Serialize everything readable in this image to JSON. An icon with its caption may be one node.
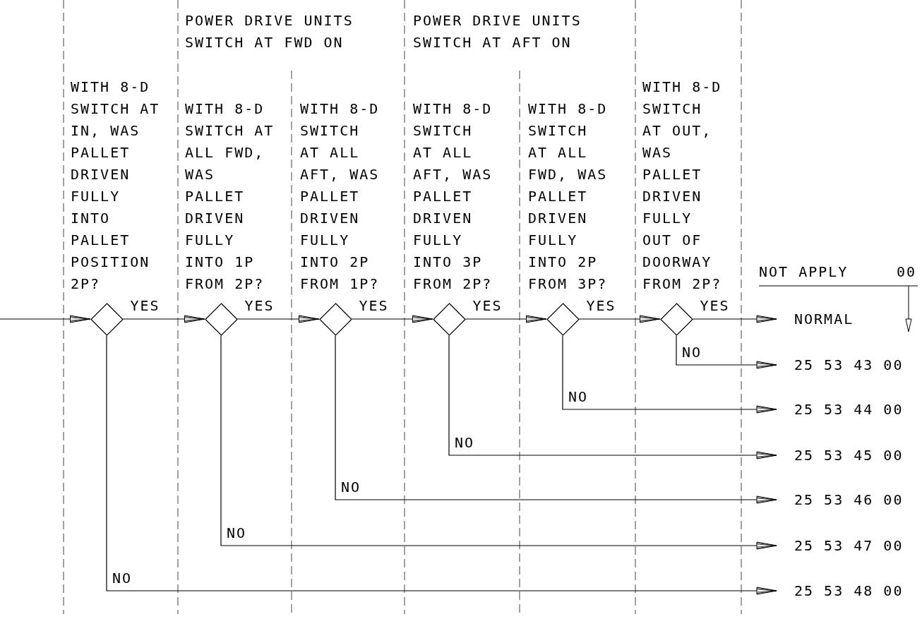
{
  "diagram": {
    "nodes": [
      {
        "text": [],
        "shape": "diamond",
        "beside": [
          "WITH 8-D SWITCH AT IN, WAS PALLET DRIVEN FULLY INTO PALLET POSITION 2P?"
        ]
      },
      {
        "text": [],
        "shape": "diamond",
        "beside": [
          "WITH 8-D SWITCH AT ALL FWD, WAS PALLET DRIVEN FULLY INTO 1P FROM 2P?"
        ]
      },
      {
        "text": [],
        "shape": "diamond",
        "beside": [
          "WITH 8-D SWITCH AT ALL AFT, WAS PALLET DRIVEN FULLY INTO 2P FROM 1P?"
        ]
      },
      {
        "text": [],
        "shape": "diamond",
        "beside": [
          "WITH 8-D SWITCH AT ALL AFT, WAS PALLET DRIVEN FULLY INTO 3P FROM 2P?"
        ]
      },
      {
        "text": [],
        "shape": "diamond",
        "beside": [
          "WITH 8-D SWITCH AT ALL FWD, WAS PALLET DRIVEN FULLY INTO 2P FROM 3P?"
        ]
      },
      {
        "text": [],
        "shape": "diamond",
        "beside": [
          "WITH 8-D SWITCH AT OUT, WAS PALLET DRIVEN FULLY OUT OF DOORWAY FROM 2P?"
        ]
      },
      {
        "text": [
          "NORMAL"
        ]
      },
      {
        "text": [
          "25 53 43 00"
        ]
      },
      {
        "text": [
          "25 53 44 00"
        ]
      },
      {
        "text": [
          "25 53 45 00"
        ]
      },
      {
        "text": [
          "25 53 46 00"
        ]
      },
      {
        "text": [
          "25 53 47 00"
        ]
      },
      {
        "text": [
          "25 53 48 00"
        ]
      }
    ],
    "edges": [
      {
        "from": null,
        "to": 0,
        "arrow": "to"
      },
      {
        "from": 0,
        "to": 1,
        "arrow": "to",
        "label": "YES"
      },
      {
        "from": 1,
        "to": 2,
        "arrow": "to",
        "label": "YES"
      },
      {
        "from": 2,
        "to": 3,
        "arrow": "to",
        "label": "YES"
      },
      {
        "from": 3,
        "to": 4,
        "arrow": "to",
        "label": "YES"
      },
      {
        "from": 4,
        "to": 5,
        "arrow": "to",
        "label": "YES"
      },
      {
        "from": 5,
        "to": 6,
        "arrow": "to",
        "label": "YES"
      },
      {
        "from": 5,
        "to": 7,
        "arrow": "to",
        "label": "NO"
      },
      {
        "from": 4,
        "to": 8,
        "arrow": "to",
        "label": "NO"
      },
      {
        "from": 3,
        "to": 9,
        "arrow": "to",
        "label": "NO"
      },
      {
        "from": 2,
        "to": 10,
        "arrow": "to",
        "label": "NO"
      },
      {
        "from": 1,
        "to": 11,
        "arrow": "to",
        "label": "NO"
      },
      {
        "from": 0,
        "to": 12,
        "arrow": "to",
        "label": "NO"
      }
    ],
    "labels": [
      "POWER DRIVE UNITS SWITCH AT FWD ON",
      "POWER DRIVE UNITS SWITCH AT AFT ON",
      "NOT APPLY",
      "00"
    ]
  }
}
